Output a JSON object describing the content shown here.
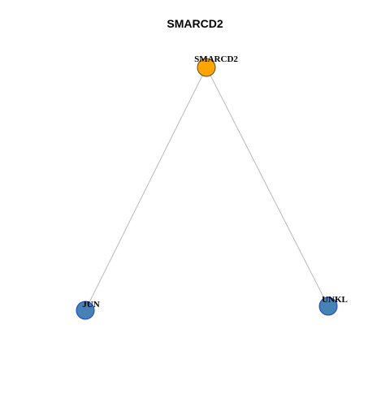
{
  "title": "SMARCD2",
  "colors": {
    "hub_fill": "#FFA500",
    "leaf_fill": "#4682B4",
    "leaf_stroke": "#1E40C8",
    "hub_stroke": "#5A4A2A",
    "edge": "#B8B8B8"
  },
  "nodes": [
    {
      "id": "SMARCD2",
      "label": "SMARCD2",
      "role": "hub"
    },
    {
      "id": "JUN",
      "label": "JUN",
      "role": "leaf"
    },
    {
      "id": "UNKL",
      "label": "UNKL",
      "role": "leaf"
    }
  ],
  "edges": [
    {
      "source": "SMARCD2",
      "target": "JUN"
    },
    {
      "source": "SMARCD2",
      "target": "UNKL"
    }
  ]
}
